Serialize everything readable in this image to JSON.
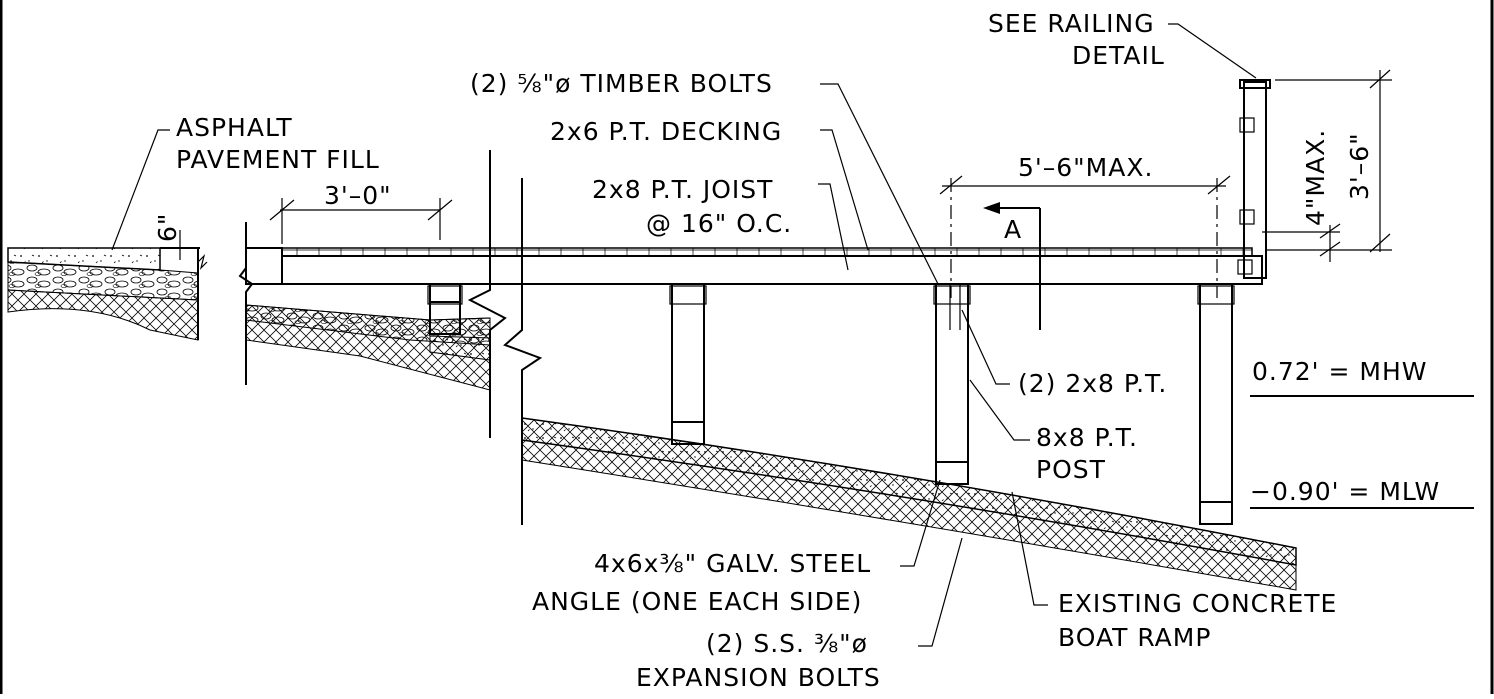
{
  "labels": {
    "railing_line1": "SEE RAILING",
    "railing_line2": "DETAIL",
    "timber_bolts": "(2) ⅝\"ø TIMBER BOLTS",
    "decking": "2x6 P.T. DECKING",
    "joist_line1": "2x8 P.T. JOIST",
    "joist_line2": "@ 16\" O.C.",
    "asphalt_line1": "ASPHALT",
    "asphalt_line2": "PAVEMENT FILL",
    "dim_3_0": "3'–0\"",
    "dim_6": "6\"",
    "dim_5_6": "5'–6\"MAX.",
    "section_a": "A",
    "dim_4_max": "4\"MAX.",
    "dim_3_6": "3'–6\"",
    "two_2x8": "(2) 2x8 P.T.",
    "post_line1": "8x8 P.T.",
    "post_line2": "POST",
    "mhw": "0.72' = MHW",
    "mlw": "−0.90' = MLW",
    "angle_line1": "4x6x⅜\" GALV. STEEL",
    "angle_line2": "ANGLE (ONE EACH SIDE)",
    "exp_bolts_line1": "(2) S.S. ⅜\"ø",
    "exp_bolts_line2": "EXPANSION BOLTS",
    "ramp_line1": "EXISTING CONCRETE",
    "ramp_line2": "BOAT RAMP"
  }
}
